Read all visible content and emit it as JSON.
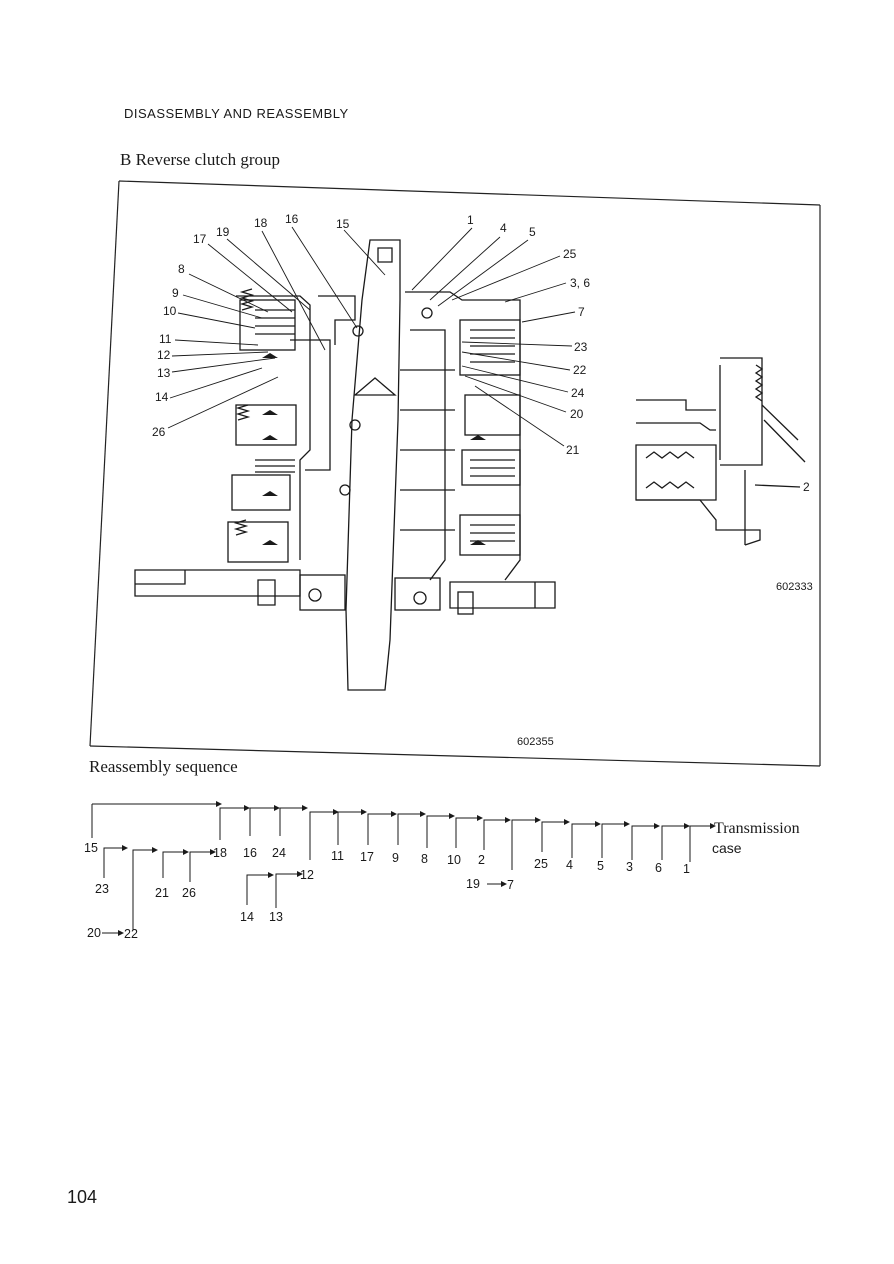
{
  "header": "DISASSEMBLY AND REASSEMBLY",
  "section_title": "B  Reverse clutch group",
  "figure": {
    "main_figure_number": "602355",
    "detail_figure_number": "602333",
    "callouts_left": [
      "18",
      "16",
      "15",
      "19",
      "17",
      "8",
      "9",
      "10",
      "11",
      "12",
      "13",
      "14",
      "26"
    ],
    "callouts_right": [
      "1",
      "4",
      "5",
      "25",
      "3, 6",
      "7",
      "23",
      "22",
      "24",
      "20",
      "21"
    ],
    "callout_detail": "2"
  },
  "reassembly": {
    "title": "Reassembly sequence",
    "top_row": [
      "11",
      "17",
      "9",
      "8",
      "10",
      "2",
      "25",
      "4",
      "5",
      "3",
      "6",
      "1"
    ],
    "start": "15",
    "branch_a": "23",
    "branch_b": "21",
    "branch_c": "26",
    "sub_18": "18",
    "sub_16": "16",
    "sub_24": "24",
    "sub_12": "12",
    "sub_14": "14",
    "sub_13": "13",
    "pair_20": "20",
    "pair_22": "22",
    "pair_19": "19",
    "pair_7": "7",
    "end_line1": "Transmission",
    "end_line2": "case"
  },
  "page_number": "104"
}
